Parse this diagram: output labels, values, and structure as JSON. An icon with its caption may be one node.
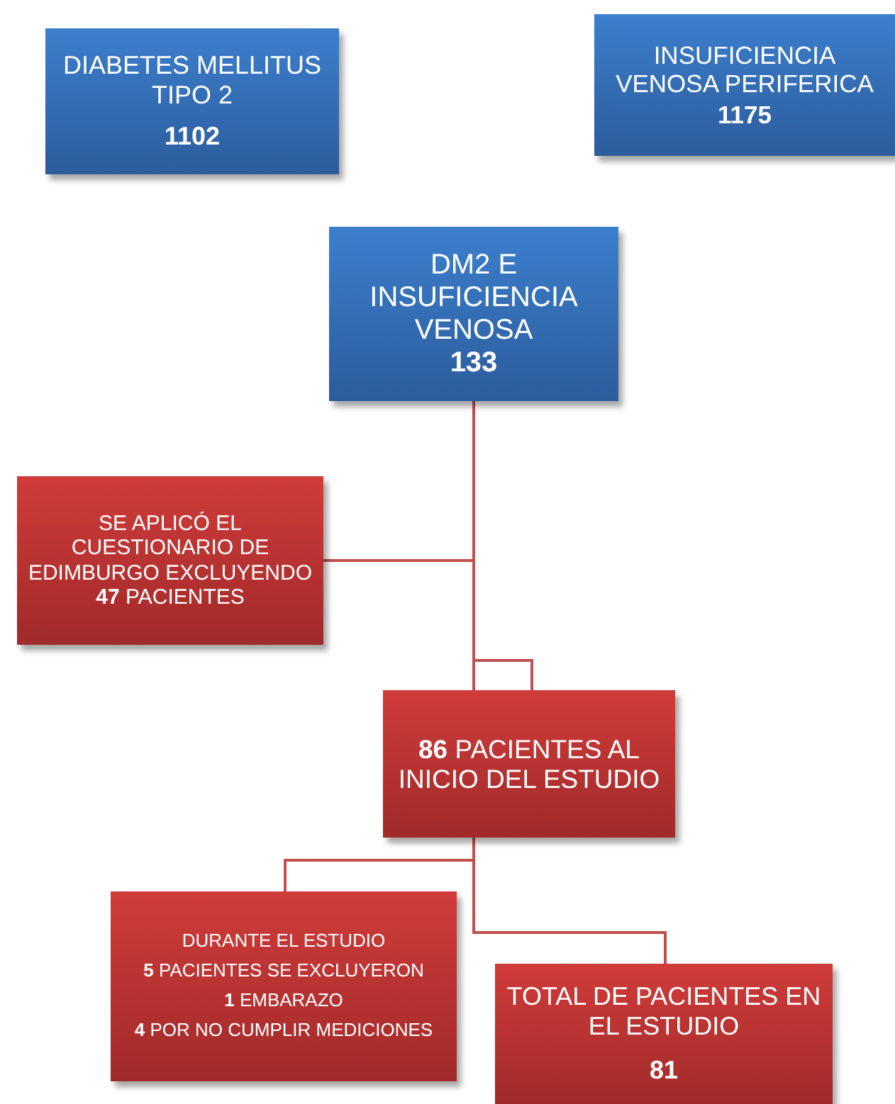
{
  "diagram": {
    "nodes": [
      {
        "text": [
          "DIABETES MELLITUS TIPO 2",
          "1102"
        ]
      },
      {
        "text": [
          "INSUFICIENCIA VENOSA PERIFERICA",
          "1175"
        ]
      },
      {
        "text": [
          "DM2 E INSUFICIENCIA VENOSA",
          "133"
        ]
      },
      {
        "text": [
          "SE APLICÓ EL CUESTIONARIO DE EDIMBURGO EXCLUYENDO **47** PACIENTES"
        ]
      },
      {
        "text": [
          "**86** PACIENTES AL INICIO DEL ESTUDIO"
        ]
      },
      {
        "text": [
          "DURANTE EL ESTUDIO",
          "**5** PACIENTES SE EXCLUYERON",
          "**1** EMBARAZO",
          "**4** POR NO CUMPLIR MEDICIONES"
        ]
      },
      {
        "text": [
          "TOTAL DE PACIENTES EN EL ESTUDIO",
          "81"
        ]
      }
    ],
    "edges": [
      {
        "from": 2,
        "to": 4,
        "arrow": "none"
      },
      {
        "from": 3,
        "to": 4,
        "arrow": "none"
      },
      {
        "from": 4,
        "to": 5,
        "arrow": "none"
      },
      {
        "from": 4,
        "to": 6,
        "arrow": "none"
      }
    ]
  }
}
